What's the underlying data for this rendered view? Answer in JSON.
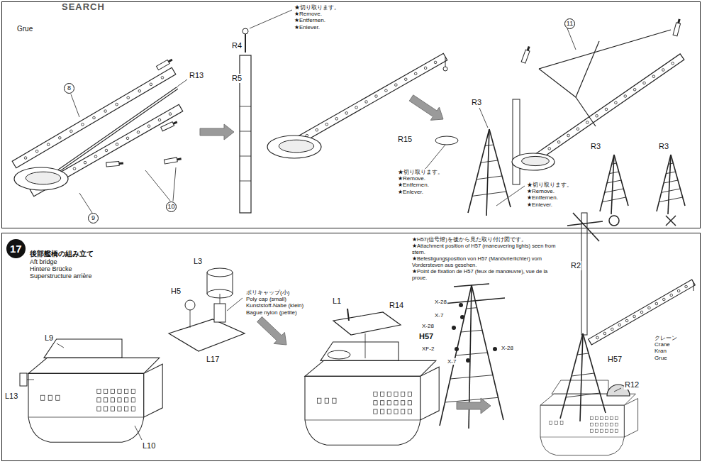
{
  "diagram": {
    "nodes": [
      {
        "text": [
          "Grue"
        ]
      },
      {
        "text": [
          "後部艦橋の組み立て",
          "Aft bridge",
          "Hintere Brücke",
          "Superstructure arrière"
        ]
      },
      {
        "text": [
          "17"
        ],
        "in": 1
      }
    ],
    "labels": [
      "SEARCH",
      "8",
      "R13",
      "10",
      "9",
      "R4",
      "R5",
      "★切り取ります。",
      "★Remove.",
      "★Entfernen.",
      "★Enlever.",
      "11",
      "R3",
      "R15",
      "★切り取ります。",
      "★Remove.",
      "★Entfernen.",
      "★Enlever.",
      "★切り取ります。",
      "★Remove.",
      "★Entfernen.",
      "★Enlever.",
      "R3",
      "R3",
      "L9",
      "L13",
      "L10",
      "L3",
      "H5",
      "ポリキャップ(小)",
      "Poly cap (small)",
      "Kunststoff-Nabe (klein)",
      "Bague nylon (petite)",
      "L17",
      "L1",
      "R14",
      "★H57(信号燈)を後から見た取り付け図です。",
      "★Attachment position of H57 (maneuvering lights) seen from stern.",
      "★Befestigungsposition von H57 (Manövrierlichter) vom Vordersteven aus gesehen.",
      "★Point de fixation de H57 (feux de manœuvre), vue de la proue.",
      "X-28",
      "X-7",
      "X-28",
      "H57",
      "XF-2",
      "X-7",
      "X-28",
      "R2",
      "クレーン",
      "Crane",
      "Kran",
      "Grue",
      "H57",
      "R12"
    ]
  }
}
